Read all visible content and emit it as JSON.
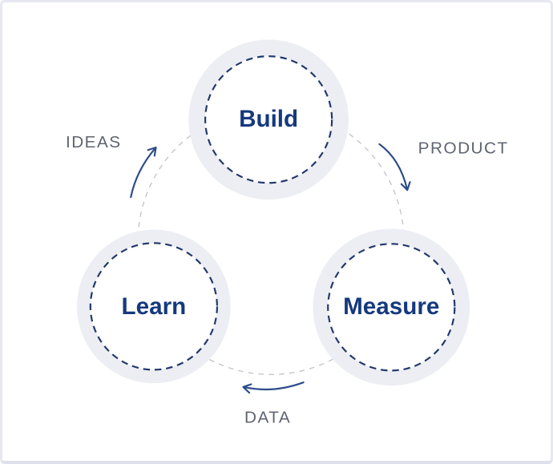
{
  "diagram": {
    "type": "cycle",
    "nodes": [
      {
        "id": "build",
        "label": "Build"
      },
      {
        "id": "learn",
        "label": "Learn"
      },
      {
        "id": "measure",
        "label": "Measure"
      }
    ],
    "edges": [
      {
        "id": "ideas",
        "label": "IDEAS",
        "from": "learn",
        "to": "build"
      },
      {
        "id": "product",
        "label": "PRODUCT",
        "from": "build",
        "to": "measure"
      },
      {
        "id": "data",
        "label": "DATA",
        "from": "measure",
        "to": "learn"
      }
    ],
    "colors": {
      "node_label": "#15397e",
      "node_ring": "#eceef3",
      "node_dashed_border": "#22386b",
      "cycle_path": "#c3c5cb",
      "arrow": "#2c4b8a",
      "edge_label": "#5e646f",
      "canvas_bg": "#ffffff",
      "canvas_border": "#e7e7f2",
      "canvas_border_bottom": "#dee1ec"
    }
  }
}
